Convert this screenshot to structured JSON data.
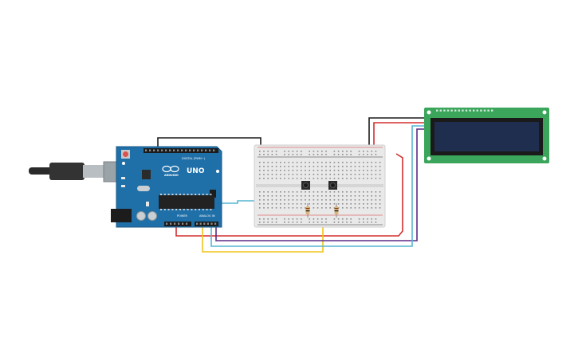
{
  "arduino": {
    "brand": "ARDUINO",
    "model": "UNO",
    "digital_label": "DIGITAL (PWM~)",
    "power_label": "POWER",
    "analog_label": "ANALOG IN",
    "board_color": "#1f6fa8",
    "header_color": "#1c1c1c",
    "reset_button_color": "#d9534f",
    "usb_cable_color": "#2a2a2a"
  },
  "breadboard": {
    "body_color": "#e9e9e9",
    "hole_color": "#8a8a8a",
    "rail_plus_color": "#d32f2f",
    "rail_minus_color": "#333333",
    "pushbutton_count": 2,
    "resistor_count": 2
  },
  "lcd": {
    "pcb_color": "#3aa55b",
    "screen_color": "#1f2d4f",
    "pin_color": "#cfe8d6"
  },
  "wires": {
    "colors": {
      "black": "#1a1a1a",
      "red": "#d32f2f",
      "yellow": "#f0c419",
      "cyan": "#56b6d4",
      "purple": "#5b2a86",
      "gray": "#7f8c8d"
    }
  }
}
